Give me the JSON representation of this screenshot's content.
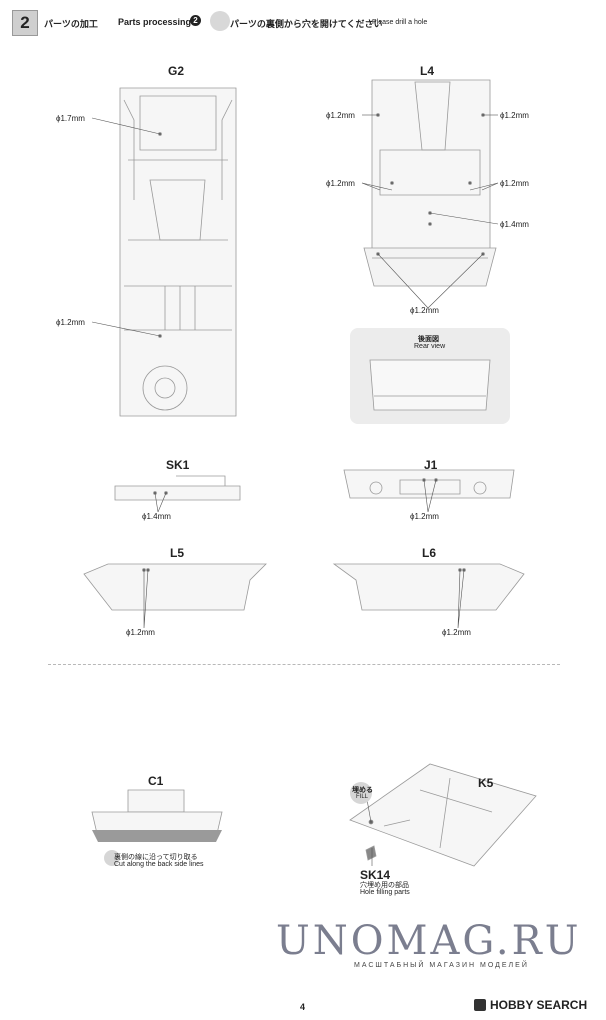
{
  "header": {
    "step_number": "2",
    "title_ja": "パーツの加工",
    "title_en": "Parts processing",
    "step_badge": "2",
    "instruction_ja": "パーツの裏側から穴を開けてください",
    "instruction_en": "Please drill a hole"
  },
  "parts": {
    "g2": {
      "label": "G2",
      "dim_a": "ϕ1.7mm",
      "dim_b": "ϕ1.2mm"
    },
    "l4": {
      "label": "L4",
      "dim_left_top": "ϕ1.2mm",
      "dim_right_top": "ϕ1.2mm",
      "dim_left_mid": "ϕ1.2mm",
      "dim_right_mid": "ϕ1.2mm",
      "dim_right_low": "ϕ1.4mm",
      "dim_bottom": "ϕ1.2mm"
    },
    "rear_view": {
      "label_ja": "後面図",
      "label_en": "Rear view"
    },
    "sk1": {
      "label": "SK1",
      "dim": "ϕ1.4mm"
    },
    "j1": {
      "label": "J1",
      "dim": "ϕ1.2mm"
    },
    "l5": {
      "label": "L5",
      "dim": "ϕ1.2mm"
    },
    "l6": {
      "label": "L6",
      "dim": "ϕ1.2mm"
    },
    "c1": {
      "label": "C1",
      "note_ja": "裏側の線に沿って切り取る",
      "note_en": "Cut along the back side lines"
    },
    "k5": {
      "label": "K5",
      "fill_ja": "埋める",
      "fill_en": "FILL"
    },
    "sk14": {
      "label": "SK14",
      "note_ja": "穴埋め用の部品",
      "note_en": "Hole filling parts"
    }
  },
  "watermark": {
    "main": "UNOMAG.RU",
    "sub": "МАСШТАБНЫЙ МАГАЗИН МОДЕЛЕЙ"
  },
  "footer": {
    "page_number": "4",
    "brand": "HOBBY SEARCH"
  }
}
